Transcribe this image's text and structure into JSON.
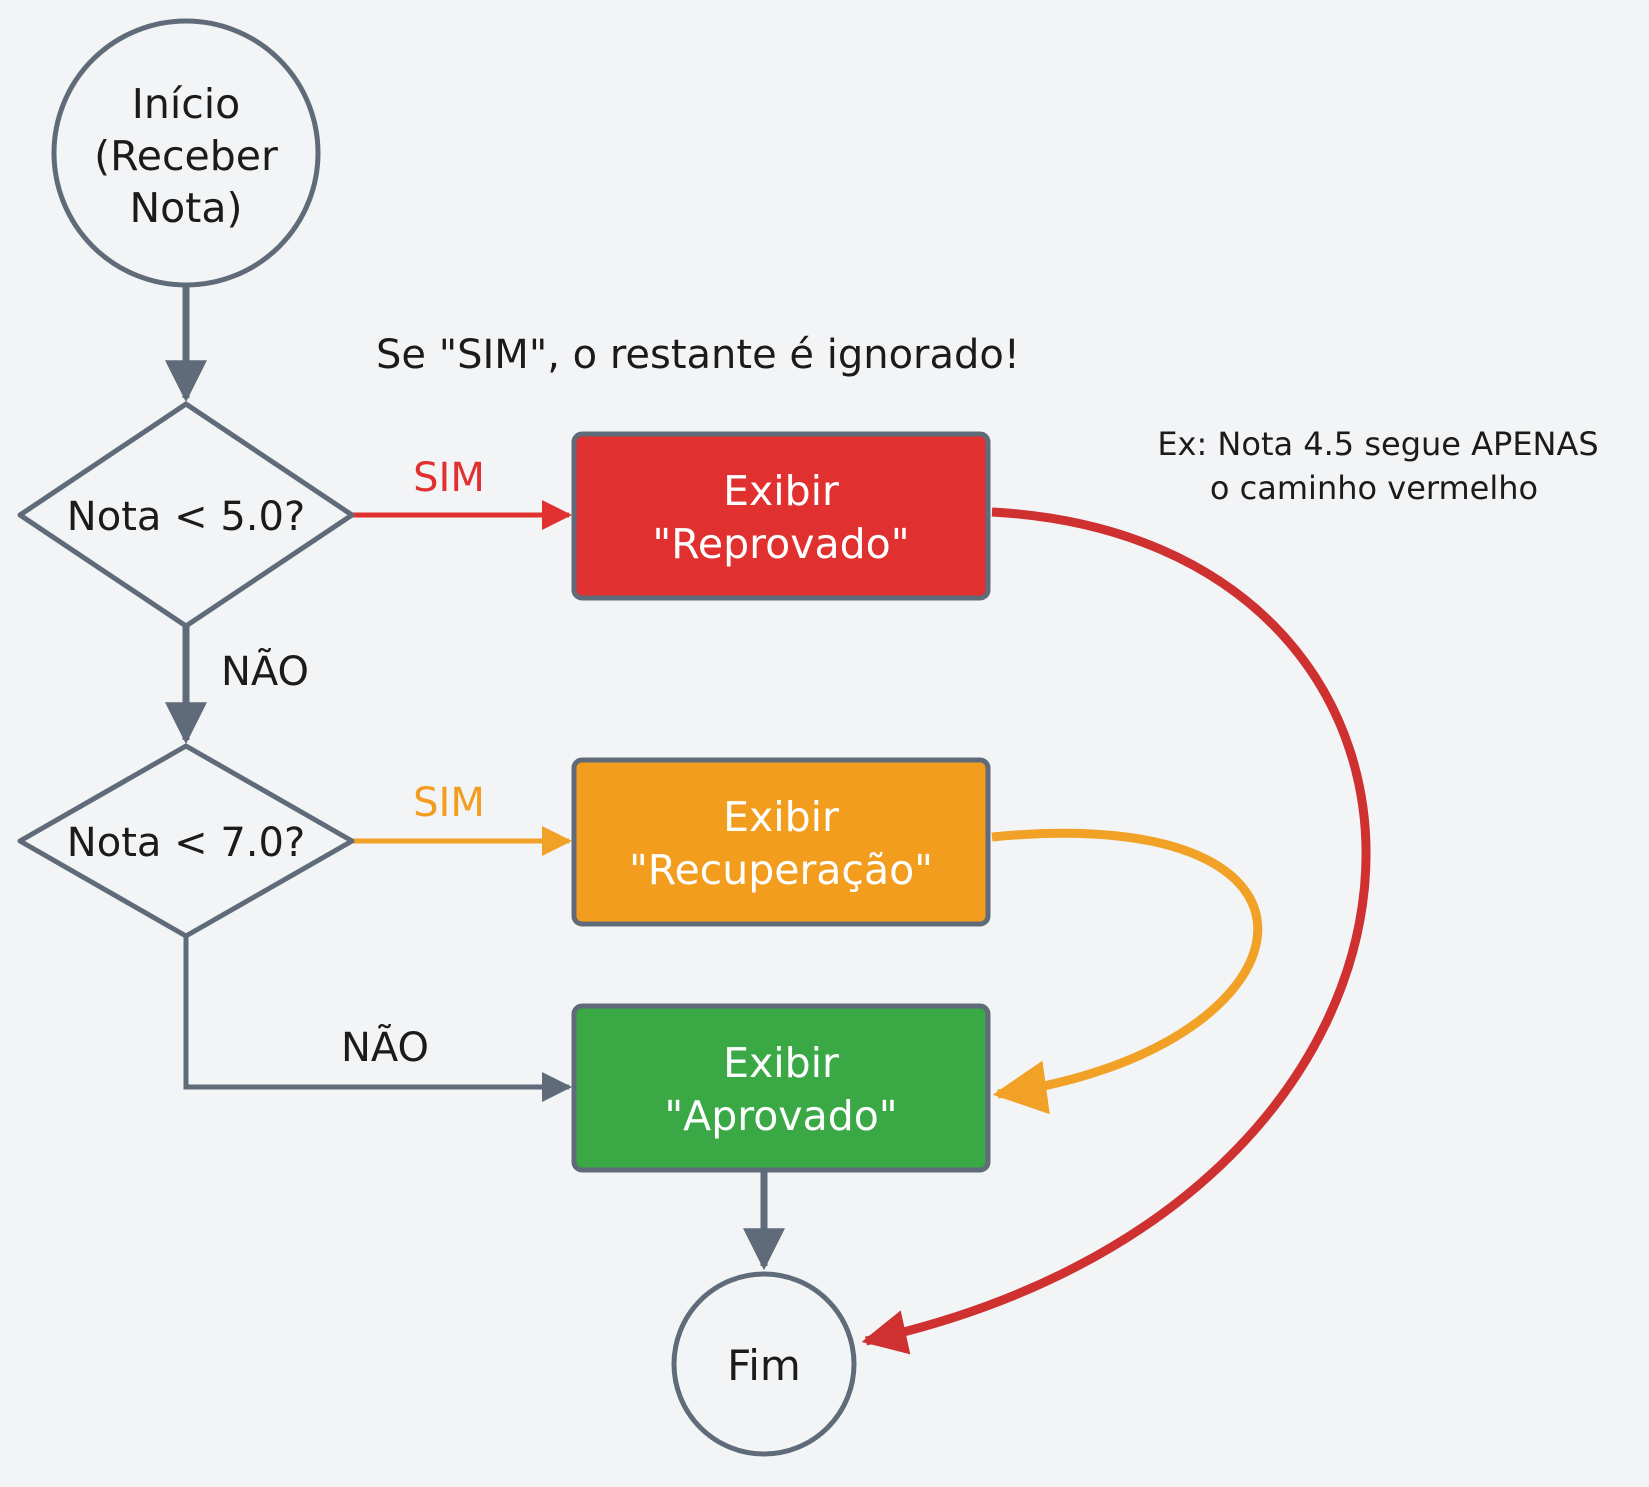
{
  "colors": {
    "background": "#f3f4f6",
    "outline": "#5f6b78",
    "red": "#e03030",
    "red_path": "#cf3030",
    "orange": "#f29d1e",
    "orange_path": "#f1a126",
    "green": "#3aa845",
    "text_dark": "#1b1b1b",
    "text_light": "#ffffff"
  },
  "nodes": {
    "start": {
      "shape": "circle",
      "lines": [
        "Início",
        "(Receber",
        "Nota)"
      ]
    },
    "decision1": {
      "shape": "diamond",
      "label": "Nota < 5.0?"
    },
    "decision2": {
      "shape": "diamond",
      "label": "Nota < 7.0?"
    },
    "reprovado": {
      "shape": "box",
      "fill": "red",
      "lines": [
        "Exibir",
        "\"Reprovado\""
      ]
    },
    "recuperacao": {
      "shape": "box",
      "fill": "orange",
      "lines": [
        "Exibir",
        "\"Recuperação\""
      ]
    },
    "aprovado": {
      "shape": "box",
      "fill": "green",
      "lines": [
        "Exibir",
        "\"Aprovado\""
      ]
    },
    "end": {
      "shape": "circle",
      "label": "Fim"
    }
  },
  "edges": {
    "sim1": "SIM",
    "sim2": "SIM",
    "nao1": "NÃO",
    "nao2": "NÃO"
  },
  "annotations": {
    "headline": "Se \"SIM\", o restante é ignorado!",
    "example_line1": "Ex: Nota 4.5 segue APENAS",
    "example_line2": "o caminho vermelho"
  }
}
